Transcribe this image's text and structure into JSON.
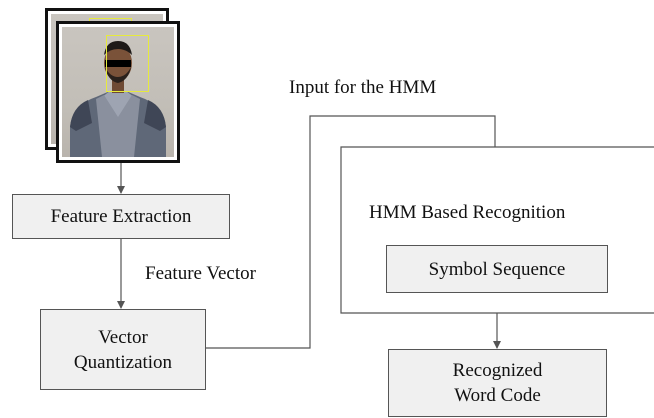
{
  "input_images": {
    "icon": "person-photo-icon",
    "face_box_color": "#e6ea3c"
  },
  "nodes": {
    "feature_extraction": "Feature Extraction",
    "vector_quantization_line1": "Vector",
    "vector_quantization_line2": "Quantization",
    "hmm_group_title": "HMM Based Recognition",
    "symbol_sequence": "Symbol Sequence",
    "recognized_line1": "Recognized",
    "recognized_line2": "Word Code"
  },
  "edges": {
    "feature_vector": "Feature Vector",
    "input_for_hmm": "Input for the HMM"
  },
  "colors": {
    "box_fill": "#f0f0f0",
    "box_border": "#555555",
    "arrow": "#555555"
  }
}
